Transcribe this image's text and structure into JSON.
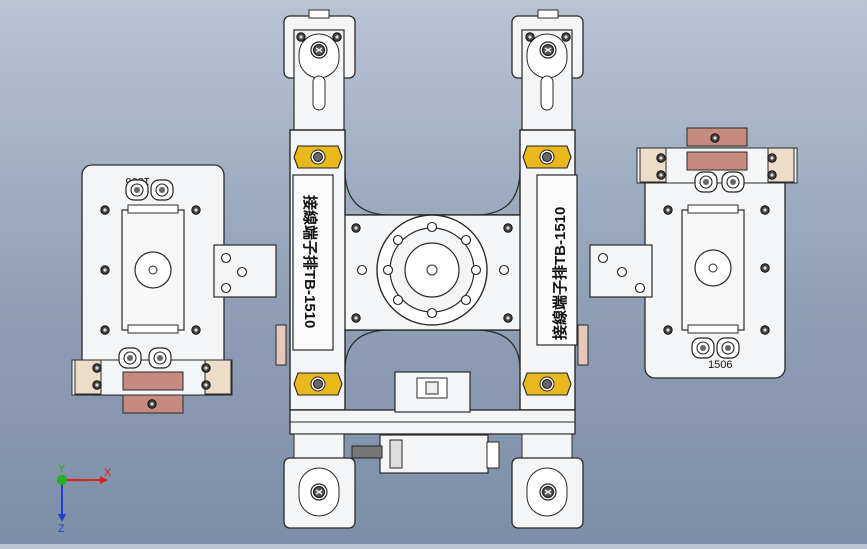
{
  "model": {
    "label_left": "接線端子排TB-1510",
    "label_right": "接線端子排TB-1510",
    "part_top_left": "1506",
    "part_bottom_right": "1506"
  },
  "triad": {
    "x_label": "X",
    "y_label": "Y",
    "z_label": "Z",
    "x_color": "#e02020",
    "y_color": "#20b020",
    "z_color": "#2040d0"
  },
  "colors": {
    "plate": "#f4f5f7",
    "edge": "#2a2a2a",
    "brass": "#e8b81c",
    "copper": "#c78a80"
  }
}
